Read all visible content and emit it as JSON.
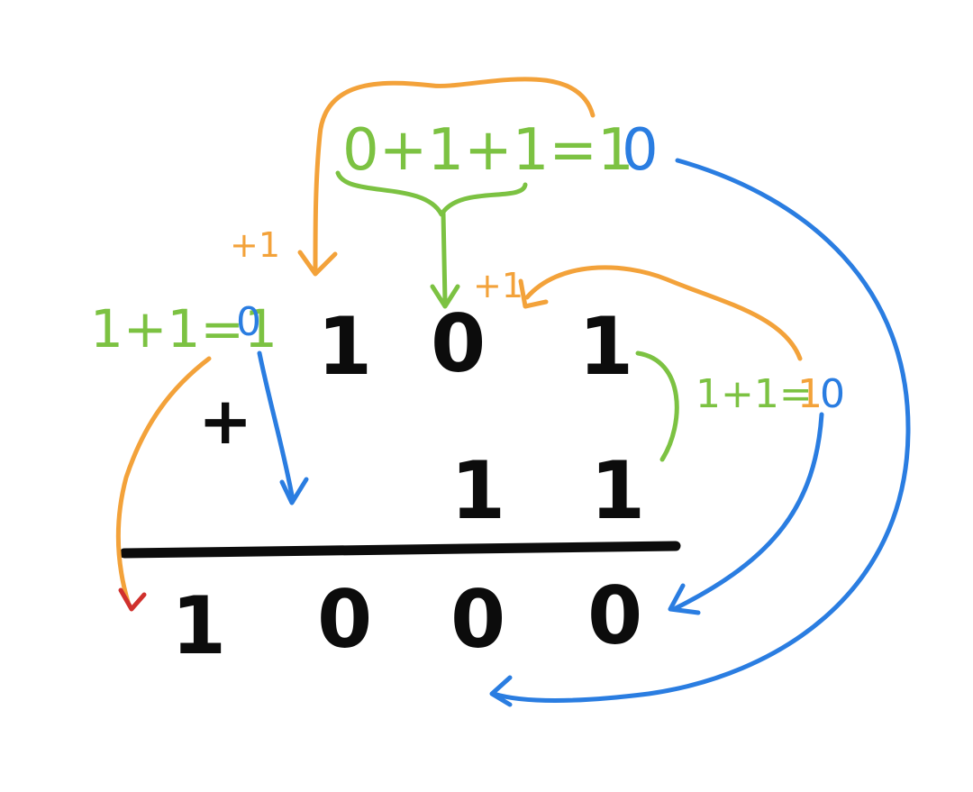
{
  "colors": {
    "ink": "#0c0c0c",
    "green": "#7cc242",
    "orange": "#f3a23a",
    "blue": "#2a7de1",
    "red": "#d0312d",
    "background": "#ffffff"
  },
  "addition": {
    "plus_sign": "+",
    "top_digits": [
      "1",
      "0",
      "1"
    ],
    "bottom_digits": [
      "1",
      "1"
    ],
    "result_digits": [
      "1",
      "0",
      "0",
      "0"
    ]
  },
  "annotations": {
    "top_green_sum": "0+1+1=1",
    "top_blue_digit": "0",
    "left_green_sum": "1+1=1",
    "left_blue_digit": "0",
    "right_green_sum": "1+1=",
    "right_orange_digit": "1",
    "right_blue_digit": "0",
    "carry_one_a": "+1",
    "carry_one_b": "+1"
  }
}
